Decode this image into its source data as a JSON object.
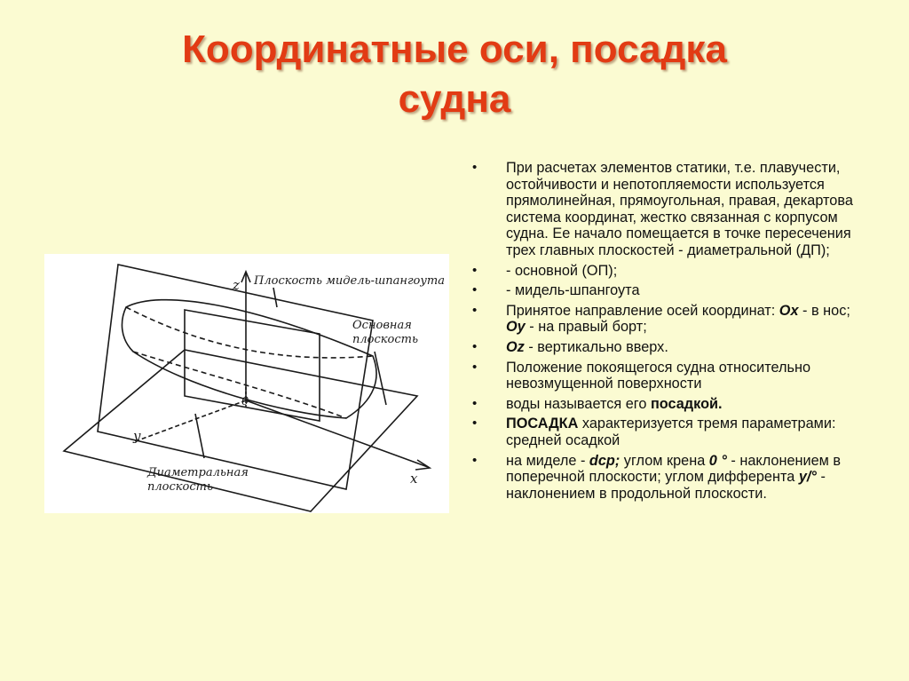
{
  "slide": {
    "title_line1": "Координатные оси, посадка",
    "title_line2": "судна"
  },
  "figure": {
    "label_midship_plane": "Плоскость мидель-шпангоута",
    "label_base_plane_1": "Основная",
    "label_base_plane_2": "плоскость",
    "label_diametral_1": "Диаметральная",
    "label_diametral_2": "плоскость",
    "axis_z": "z",
    "axis_y": "y",
    "axis_x": "x",
    "origin": "0"
  },
  "bullets": {
    "marker": "•",
    "b1": "При расчетах элементов статики, т.е. плавучести, остойчивости и непотопляемости используется прямолинейная, прямоугольная, правая, декартова система координат, жестко связанная с корпусом судна. Ее начало помещается в точке пересечения трех главных плоскостей - диаметральной (ДП);",
    "b2": "- основной (ОП);",
    "b3": "- мидель-шпангоута",
    "b4_text": "Принятое направление осей координат:",
    "b4_ox": "Ox",
    "b4_mid": " - в нос; ",
    "b4_oy": "Oy",
    "b4_end": " - на правый борт;",
    "b5_oz": "Oz",
    "b5_end": " - вертикально вверх.",
    "b6": "Положение покоящегося судна относительно невозмущенной поверхности",
    "b7_text": "воды называется его ",
    "b7_bold": "посадкой.",
    "b8_bold": "ПОСАДКА",
    "b8_end": " характеризуется тремя параметрами: средней осадкой",
    "b9_start": "на миделе - ",
    "b9_dcp": "dcp;",
    "b9_mid1": " углом крена ",
    "b9_zero": "0 °",
    "b9_mid2": " - наклонением в поперечной плоскости; углом дифферента ",
    "b9_y": "y/°",
    "b9_end": " - наклонением в продольной плоскости."
  }
}
